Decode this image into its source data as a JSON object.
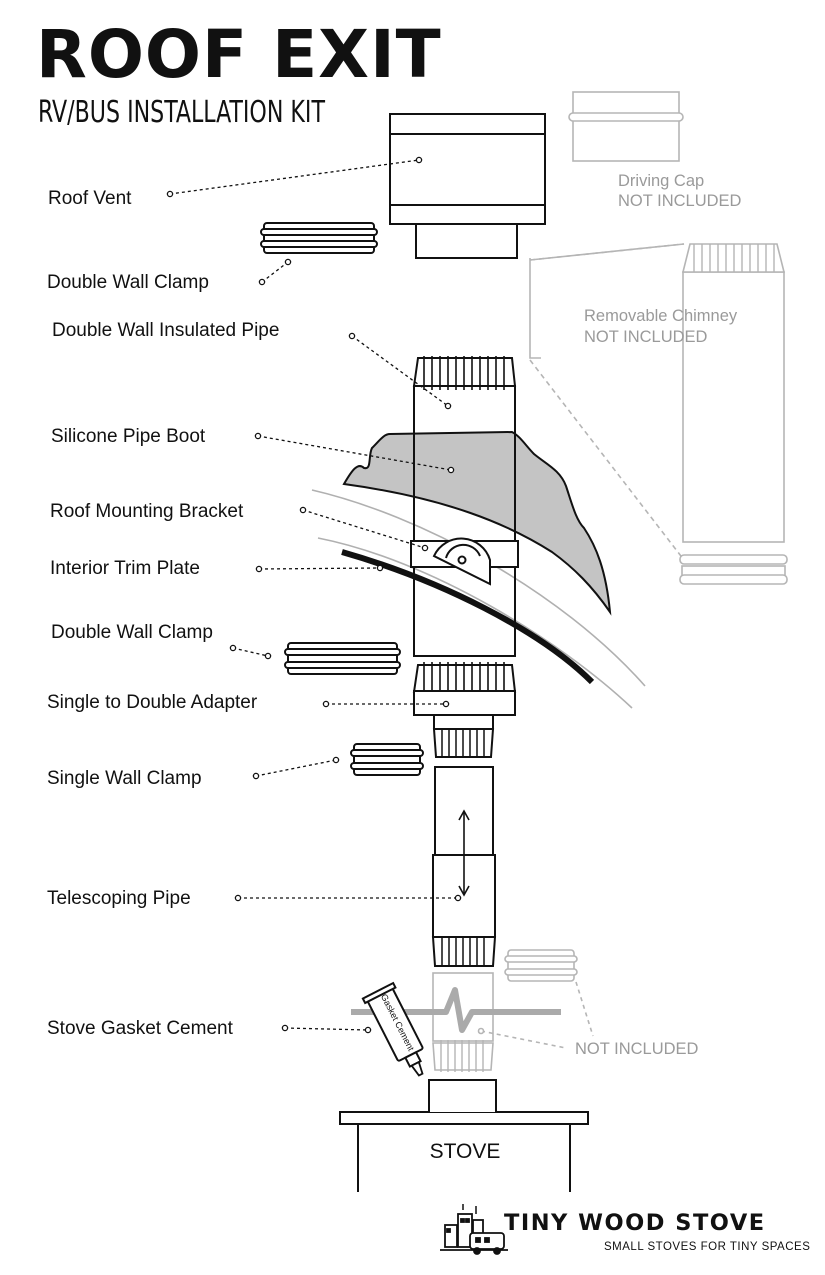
{
  "header": {
    "title": "ROOF EXIT",
    "subtitle": "RV/BUS INSTALLATION KIT"
  },
  "components": {
    "roof_vent": "Roof Vent",
    "double_wall_clamp_top": "Double Wall Clamp",
    "double_wall_insulated_pipe": "Double Wall Insulated Pipe",
    "silicone_pipe_boot": "Silicone Pipe Boot",
    "roof_mounting_bracket": "Roof Mounting Bracket",
    "interior_trim_plate": "Interior Trim Plate",
    "double_wall_clamp_lower": "Double Wall Clamp",
    "single_to_double_adapter": "Single to Double Adapter",
    "single_wall_clamp": "Single Wall Clamp",
    "telescoping_pipe": "Telescoping Pipe",
    "stove_gasket_cement": "Stove Gasket Cement"
  },
  "not_included": {
    "driving_cap_name": "Driving Cap",
    "driving_cap_note": "NOT INCLUDED",
    "chimney_name": "Removable Chimney",
    "chimney_note": "NOT INCLUDED",
    "stove_pipe_note": "NOT INCLUDED"
  },
  "tube_label": "Gasket Cement",
  "stove_label": "STOVE",
  "brand": {
    "name": "TINY WOOD STOVE",
    "tagline": "SMALL STOVES FOR TINY SPACES"
  },
  "colors": {
    "ink": "#111111",
    "included_part_fill": "#ffffff",
    "pipe_boot_fill": "#c4c4c4",
    "not_included_grey": "#b5b5b5",
    "not_included_text": "#9a9a9a",
    "stove_pipe_band": "#aaaaaa"
  }
}
